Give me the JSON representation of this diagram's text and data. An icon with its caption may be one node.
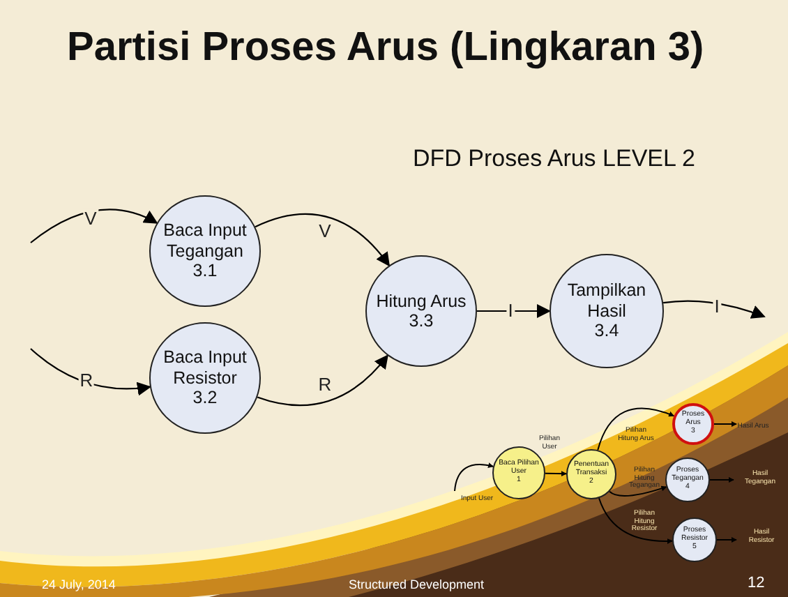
{
  "diagram": {
    "title": "Partisi Proses Arus (Lingkaran 3)",
    "nodes": [
      {
        "text": [
          "Baca Input Tegangan",
          "3.1"
        ]
      },
      {
        "text": [
          "Baca Input Resistor",
          "3.2"
        ]
      },
      {
        "text": [
          "Hitung Arus",
          "3.3"
        ]
      },
      {
        "text": [
          "Tampilkan Hasil",
          "3.4"
        ]
      },
      {
        "text": [
          "Baca Pilihan User",
          "1"
        ]
      },
      {
        "text": [
          "Penentuan Transaksi",
          "2"
        ]
      },
      {
        "text": [
          "Proses Arus",
          "3"
        ]
      },
      {
        "text": [
          "Proses Tegangan",
          "4"
        ]
      },
      {
        "text": [
          "Proses Resistor",
          "5"
        ]
      }
    ],
    "edges": [
      {
        "from": null,
        "to": 0,
        "arrow": "to",
        "label": "V"
      },
      {
        "from": null,
        "to": 1,
        "arrow": "to",
        "label": "R"
      },
      {
        "from": 0,
        "to": 2,
        "arrow": "to",
        "label": "V"
      },
      {
        "from": 1,
        "to": 2,
        "arrow": "to",
        "label": "R"
      },
      {
        "from": 2,
        "to": 3,
        "arrow": "to",
        "label": "I"
      },
      {
        "from": 3,
        "to": null,
        "arrow": "to",
        "label": "I"
      },
      {
        "from": null,
        "to": 4,
        "arrow": "to",
        "label": "Input User"
      },
      {
        "from": 4,
        "to": 5,
        "arrow": "to",
        "label": "Pilihan User"
      },
      {
        "from": 5,
        "to": 6,
        "arrow": "to",
        "label": "Pilihan Hitung Arus"
      },
      {
        "from": 5,
        "to": 7,
        "arrow": "to",
        "label": "Pilihan Hitung Tegangan"
      },
      {
        "from": 5,
        "to": 8,
        "arrow": "to",
        "label": "Pilihan Hitung Resistor"
      },
      {
        "from": 6,
        "to": null,
        "arrow": "to",
        "label": "Hasil Arus"
      },
      {
        "from": 7,
        "to": null,
        "arrow": "to",
        "label": "Hasil Tegangan"
      },
      {
        "from": 8,
        "to": null,
        "arrow": "to",
        "label": "Hasil Resistor"
      }
    ],
    "labels": [
      "DFD Proses Arus LEVEL 2",
      "24 July, 2014",
      "Structured Development",
      "12"
    ]
  }
}
